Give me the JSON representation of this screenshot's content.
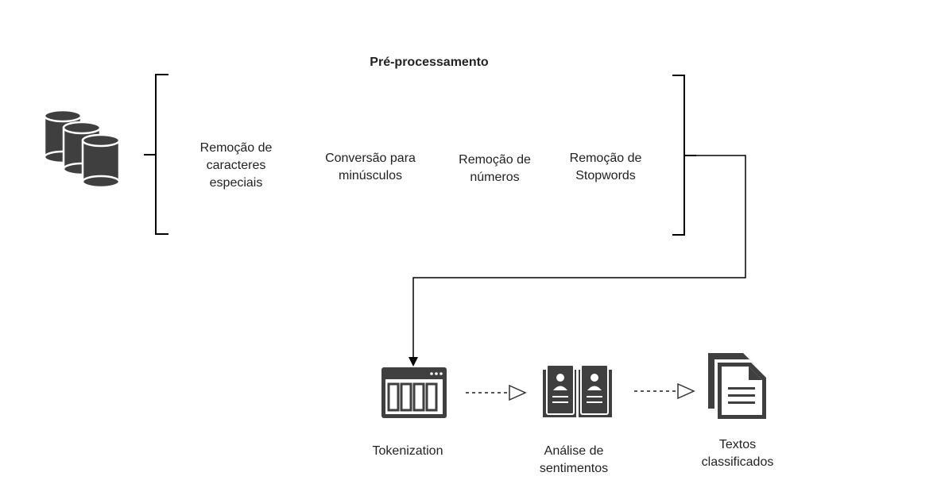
{
  "diagram": {
    "title": "Pré-processamento",
    "steps": [
      {
        "line1": "Remoção de",
        "line2": "caracteres",
        "line3": "especiais"
      },
      {
        "line1": "Conversão para",
        "line2": "minúsculos"
      },
      {
        "line1": "Remoção de",
        "line2": "números"
      },
      {
        "line1": "Remoção de",
        "line2": "Stopwords"
      }
    ],
    "pipeline": [
      {
        "line1": "Tokenization",
        "icon": "tokenization-window-icon"
      },
      {
        "line1": "Análise de",
        "line2": "sentimentos",
        "icon": "open-book-icon"
      },
      {
        "line1": "Textos",
        "line2": "classificados",
        "icon": "documents-icon"
      }
    ],
    "source_icon": "database-icon",
    "colors": {
      "icon": "#3f3f3f",
      "line": "#000000"
    }
  }
}
